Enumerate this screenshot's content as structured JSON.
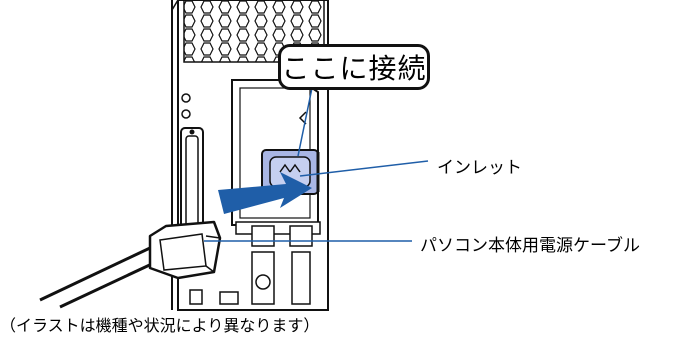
{
  "callout": {
    "text": "ここに接続"
  },
  "labels": {
    "inlet": "インレット",
    "power_cable": "パソコン本体用電源ケーブル"
  },
  "caption": "（イラストは機種や状況により異なります）",
  "colors": {
    "inlet_highlight": "#a9b6e4",
    "arrow": "#1f5ea8",
    "outline": "#111111",
    "background": "#ffffff"
  },
  "icons": [
    "power-inlet-icon",
    "insert-arrow-icon",
    "power-plug-icon",
    "ventilation-grille-icon"
  ]
}
